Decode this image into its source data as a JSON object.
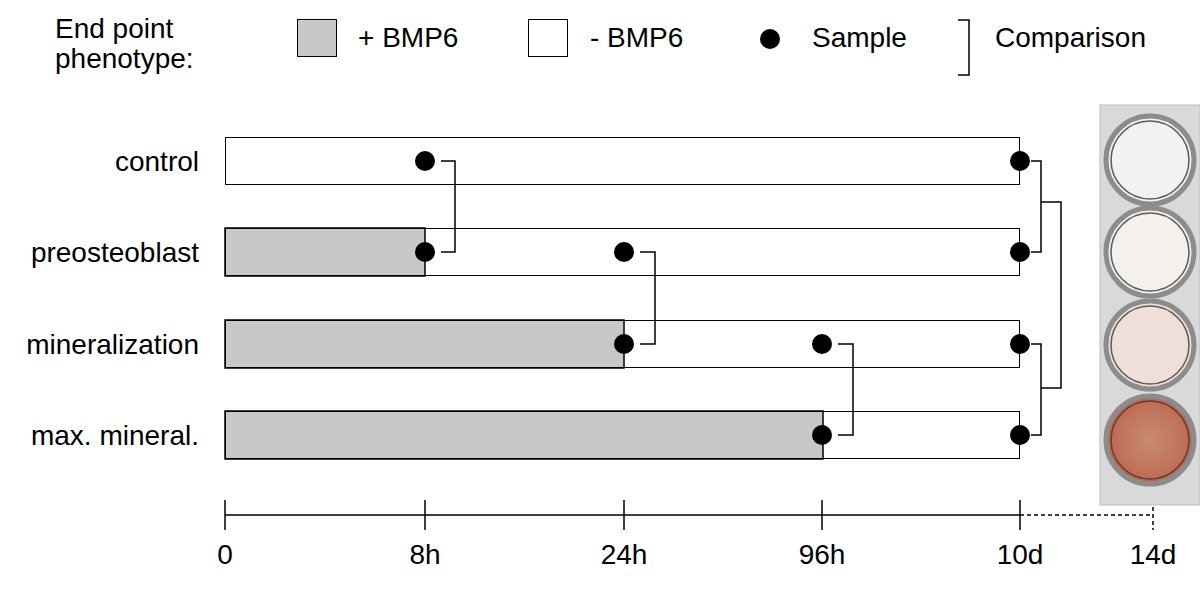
{
  "diagram": {
    "nodes": [
      {
        "text": [
          "control"
        ]
      },
      {
        "text": [
          "preosteoblast"
        ]
      },
      {
        "text": [
          "mineralization"
        ]
      },
      {
        "text": [
          "max. mineral."
        ]
      }
    ],
    "labels": [
      "End point phenotype:",
      "0",
      "8h",
      "24h",
      "96h",
      "10d",
      "14d"
    ],
    "legend": [
      {
        "text": "+ BMP6",
        "color": "#c8c8c8"
      },
      {
        "text": "- BMP6",
        "color": "#ffffff"
      },
      {
        "text": "Sample"
      },
      {
        "text": "Comparison"
      }
    ]
  }
}
